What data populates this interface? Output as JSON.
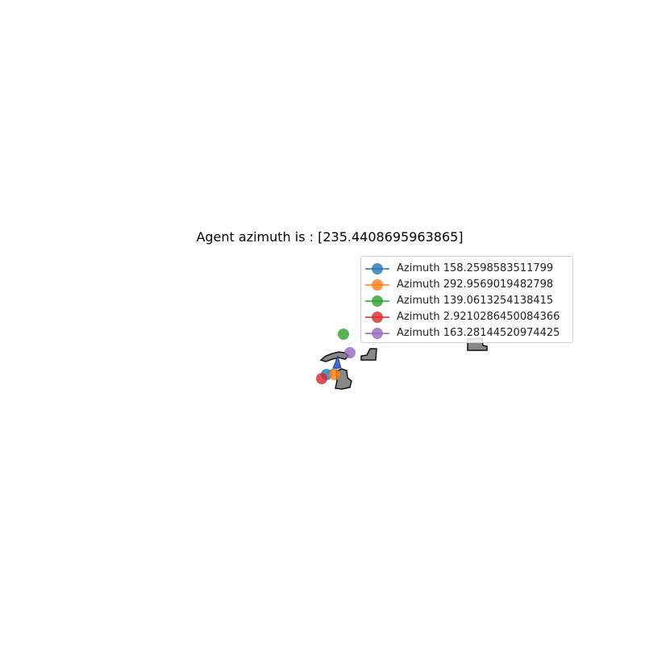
{
  "title": "Agent azimuth is : [235.4408695963865]",
  "legend": {
    "items": [
      {
        "label": "Azimuth 158.2598583511799",
        "color": "#1f77b4"
      },
      {
        "label": "Azimuth 292.9569019482798",
        "color": "#ff7f0e"
      },
      {
        "label": "Azimuth 139.0613254138415",
        "color": "#2ca02c"
      },
      {
        "label": "Azimuth 2.9210286450084366",
        "color": "#d62728"
      },
      {
        "label": "Azimuth 163.28144520974425",
        "color": "#9467bd"
      }
    ]
  },
  "map": {
    "obstacle_fill": "#888888",
    "obstacle_edge": "#111111",
    "agent_marker_color": "#3a6fd0"
  }
}
